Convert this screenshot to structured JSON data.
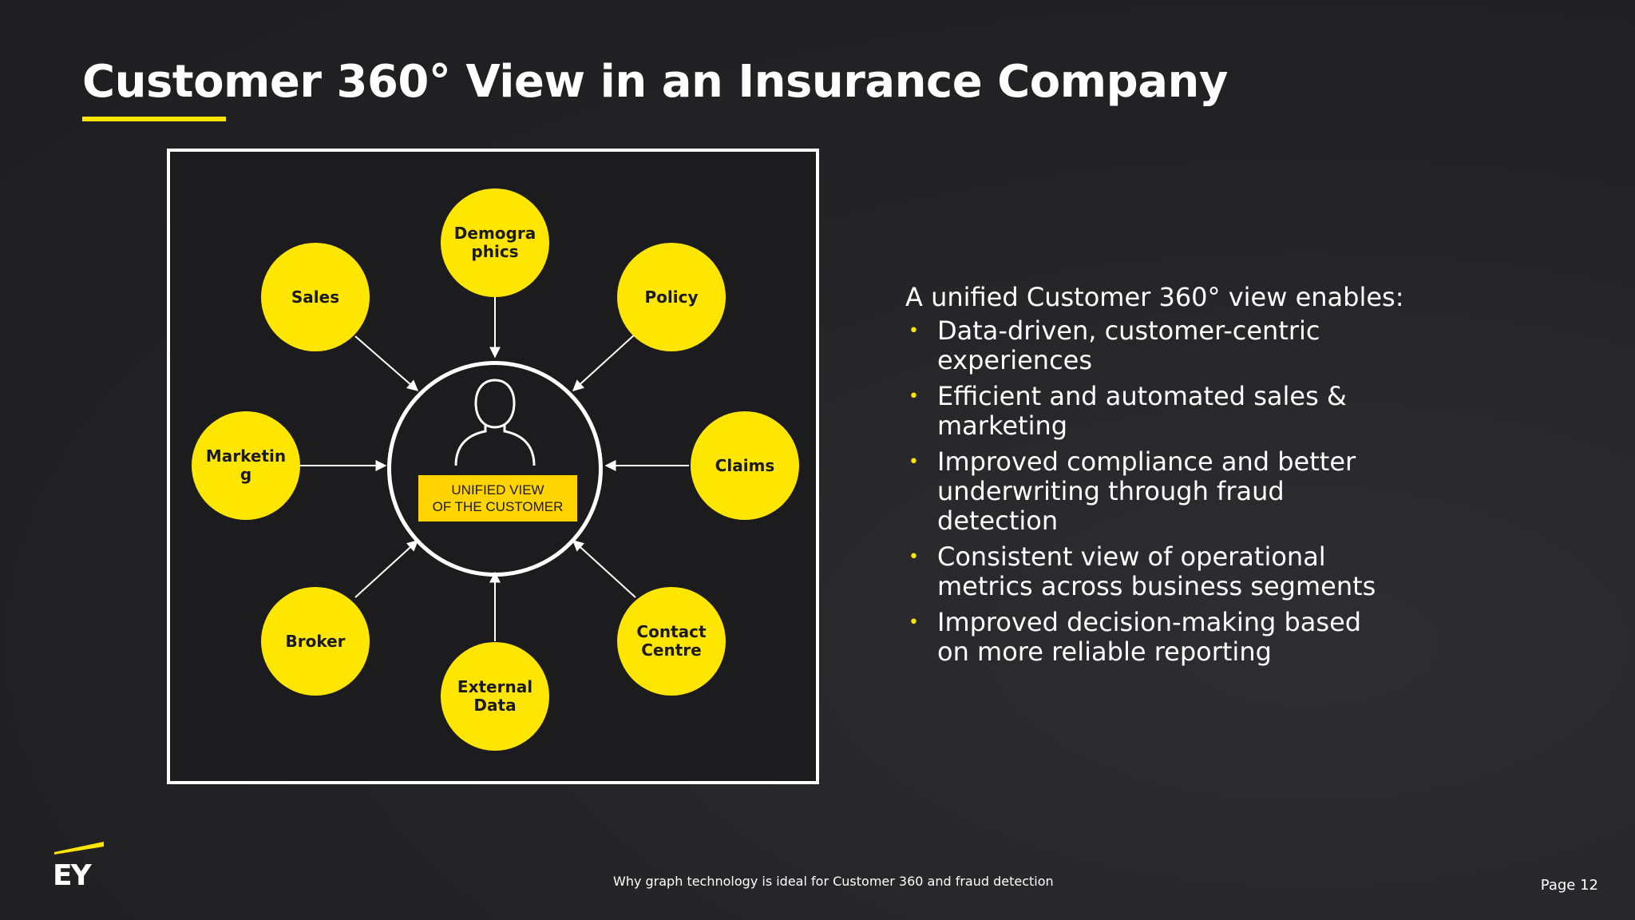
{
  "slide": {
    "title": "Customer 360° View in an Insurance Company",
    "footer": "Why graph technology is ideal for Customer 360 and fraud detection",
    "page_number": "Page 12",
    "logo_text": "EY"
  },
  "diagram": {
    "center_label": "UNIFIED VIEW\nOF THE CUSTOMER",
    "nodes": {
      "demographics": "Demogra\nphics",
      "sales": "Sales",
      "policy": "Policy",
      "marketing": "Marketin\ng",
      "claims": "Claims",
      "broker": "Broker",
      "contact_centre": "Contact\nCentre",
      "external_data": "External\nData"
    }
  },
  "panel": {
    "intro": "A unified Customer 360° view enables:",
    "bullets": [
      "Data-driven, customer-centric experiences",
      "Efficient and automated sales & marketing",
      "Improved compliance and better underwriting through fraud detection",
      "Consistent view of operational metrics across business segments",
      "Improved decision-making based on more reliable reporting"
    ]
  },
  "colors": {
    "accent": "#ffe600",
    "background": "#232326",
    "text": "#ffffff"
  }
}
